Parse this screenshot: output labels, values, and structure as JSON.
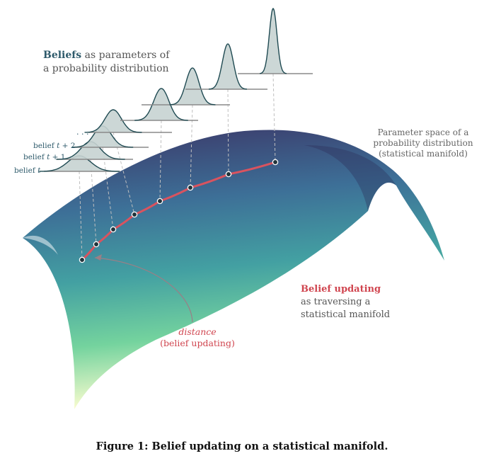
{
  "beliefs_label": {
    "bold": "Beliefs",
    "rest": " as parameters of",
    "line2": "a probability distribution"
  },
  "belief_labels": {
    "dots": ". . .",
    "t2_prefix": "belief ",
    "t2_var": "t",
    "t2_suffix": " + 2",
    "t1_prefix": "belief ",
    "t1_var": "t",
    "t1_suffix": " + 1",
    "t0_prefix": "belief ",
    "t0_var": "t"
  },
  "manifold_label": {
    "line1": "Parameter space of a",
    "line2": "probability distribution",
    "line3": "(statistical manifold)"
  },
  "updating_label": {
    "bold": "Belief updating",
    "line2": "as traversing a",
    "line3": "statistical manifold"
  },
  "distance_label": {
    "line1": "distance",
    "line2": "(belief updating)"
  },
  "caption": "Figure 1: Belief updating on a statistical manifold.",
  "colors": {
    "path": "#d9535f",
    "accent_red": "#d0454f",
    "belief_text": "#2e5a6b",
    "curve": "#1f4a52",
    "fill": "#c7d3d2",
    "manifold_top": "#3b3566",
    "manifold_mid": "#3f8f9c",
    "manifold_low": "#6fcf9d",
    "manifold_bottom": "#fbfdcf"
  }
}
